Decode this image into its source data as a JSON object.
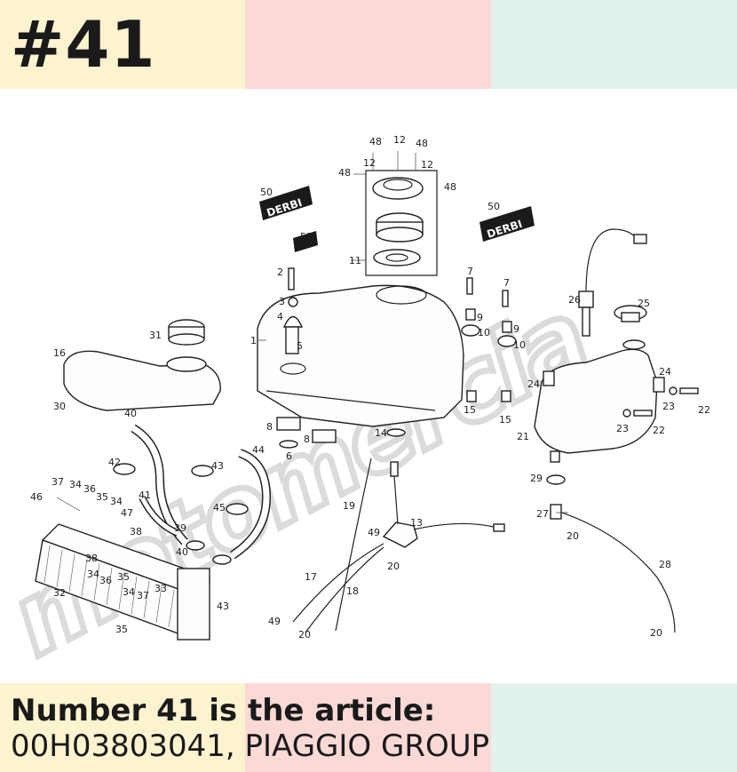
{
  "header": {
    "number": "#41"
  },
  "footer": {
    "line1": "Number 41 is the article:",
    "line2": "00H03803041, PIAGGIO GROUP"
  },
  "colors": {
    "band_yellow": "#fdf3cf",
    "band_pink": "#fbd9d7",
    "band_mint": "#e1f3ec",
    "ink": "#1a1a1a"
  },
  "decals": {
    "left": "DERBI",
    "right": "DERBI"
  },
  "watermark": "motomercia",
  "callouts": [
    {
      "id": "c48a",
      "text": "48"
    },
    {
      "id": "c12a",
      "text": "12"
    },
    {
      "id": "c48b",
      "text": "48"
    },
    {
      "id": "c12b",
      "text": "12"
    },
    {
      "id": "c12c",
      "text": "12"
    },
    {
      "id": "c48c",
      "text": "48"
    },
    {
      "id": "c48d",
      "text": "48"
    },
    {
      "id": "c50a",
      "text": "50"
    },
    {
      "id": "c50b",
      "text": "50"
    },
    {
      "id": "c51",
      "text": "51"
    },
    {
      "id": "c11",
      "text": "11"
    },
    {
      "id": "c2",
      "text": "2"
    },
    {
      "id": "c3",
      "text": "3"
    },
    {
      "id": "c4",
      "text": "4"
    },
    {
      "id": "c5",
      "text": "5"
    },
    {
      "id": "c1",
      "text": "1"
    },
    {
      "id": "c7a",
      "text": "7"
    },
    {
      "id": "c7b",
      "text": "7"
    },
    {
      "id": "c9a",
      "text": "9"
    },
    {
      "id": "c9b",
      "text": "9"
    },
    {
      "id": "c10a",
      "text": "10"
    },
    {
      "id": "c10b",
      "text": "10"
    },
    {
      "id": "c26",
      "text": "26"
    },
    {
      "id": "c25",
      "text": "25"
    },
    {
      "id": "c31",
      "text": "31"
    },
    {
      "id": "c16",
      "text": "16"
    },
    {
      "id": "c30",
      "text": "30"
    },
    {
      "id": "c40a",
      "text": "40"
    },
    {
      "id": "c15a",
      "text": "15"
    },
    {
      "id": "c15b",
      "text": "15"
    },
    {
      "id": "c24a",
      "text": "24"
    },
    {
      "id": "c24b",
      "text": "24"
    },
    {
      "id": "c23a",
      "text": "23"
    },
    {
      "id": "c22a",
      "text": "22"
    },
    {
      "id": "c23b",
      "text": "23"
    },
    {
      "id": "c22b",
      "text": "22"
    },
    {
      "id": "c21",
      "text": "21"
    },
    {
      "id": "c8a",
      "text": "8"
    },
    {
      "id": "c8b",
      "text": "8"
    },
    {
      "id": "c6",
      "text": "6"
    },
    {
      "id": "c14",
      "text": "14"
    },
    {
      "id": "c42",
      "text": "42"
    },
    {
      "id": "c43a",
      "text": "43"
    },
    {
      "id": "c44",
      "text": "44"
    },
    {
      "id": "c41",
      "text": "41"
    },
    {
      "id": "c45",
      "text": "45"
    },
    {
      "id": "c37a",
      "text": "37"
    },
    {
      "id": "c34a",
      "text": "34"
    },
    {
      "id": "c36a",
      "text": "36"
    },
    {
      "id": "c35a",
      "text": "35"
    },
    {
      "id": "c34b",
      "text": "34"
    },
    {
      "id": "c46",
      "text": "46"
    },
    {
      "id": "c47",
      "text": "47"
    },
    {
      "id": "c38a",
      "text": "38"
    },
    {
      "id": "c39",
      "text": "39"
    },
    {
      "id": "c40b",
      "text": "40"
    },
    {
      "id": "c38b",
      "text": "38"
    },
    {
      "id": "c34c",
      "text": "34"
    },
    {
      "id": "c36b",
      "text": "36"
    },
    {
      "id": "c35b",
      "text": "35"
    },
    {
      "id": "c34d",
      "text": "34"
    },
    {
      "id": "c33",
      "text": "33"
    },
    {
      "id": "c37b",
      "text": "37"
    },
    {
      "id": "c32",
      "text": "32"
    },
    {
      "id": "c43b",
      "text": "43"
    },
    {
      "id": "c35c",
      "text": "35"
    },
    {
      "id": "c19",
      "text": "19"
    },
    {
      "id": "c49a",
      "text": "49"
    },
    {
      "id": "c13",
      "text": "13"
    },
    {
      "id": "c20a",
      "text": "20"
    },
    {
      "id": "c17",
      "text": "17"
    },
    {
      "id": "c18",
      "text": "18"
    },
    {
      "id": "c49b",
      "text": "49"
    },
    {
      "id": "c20b",
      "text": "20"
    },
    {
      "id": "c29",
      "text": "29"
    },
    {
      "id": "c27",
      "text": "27"
    },
    {
      "id": "c20c",
      "text": "20"
    },
    {
      "id": "c28",
      "text": "28"
    },
    {
      "id": "c20d",
      "text": "20"
    }
  ]
}
